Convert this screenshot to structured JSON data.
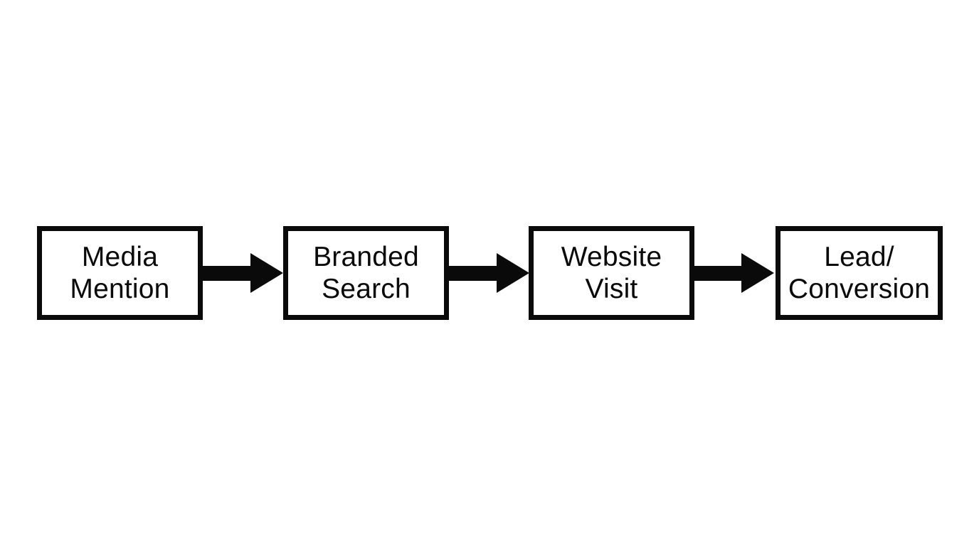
{
  "diagram": {
    "type": "flowchart",
    "direction": "left-to-right",
    "background_color": "#ffffff",
    "stroke_color": "#0a0a0a",
    "text_color": "#0a0a0a",
    "boxes": [
      {
        "id": "media-mention",
        "label": "Media\nMention"
      },
      {
        "id": "branded-search",
        "label": "Branded\nSearch"
      },
      {
        "id": "website-visit",
        "label": "Website\nVisit"
      },
      {
        "id": "lead-conversion",
        "label": "Lead/\nConversion"
      }
    ],
    "connections": [
      {
        "from": "media-mention",
        "to": "branded-search",
        "style": "solid-right-arrow"
      },
      {
        "from": "branded-search",
        "to": "website-visit",
        "style": "solid-right-arrow"
      },
      {
        "from": "website-visit",
        "to": "lead-conversion",
        "style": "solid-right-arrow"
      }
    ]
  }
}
